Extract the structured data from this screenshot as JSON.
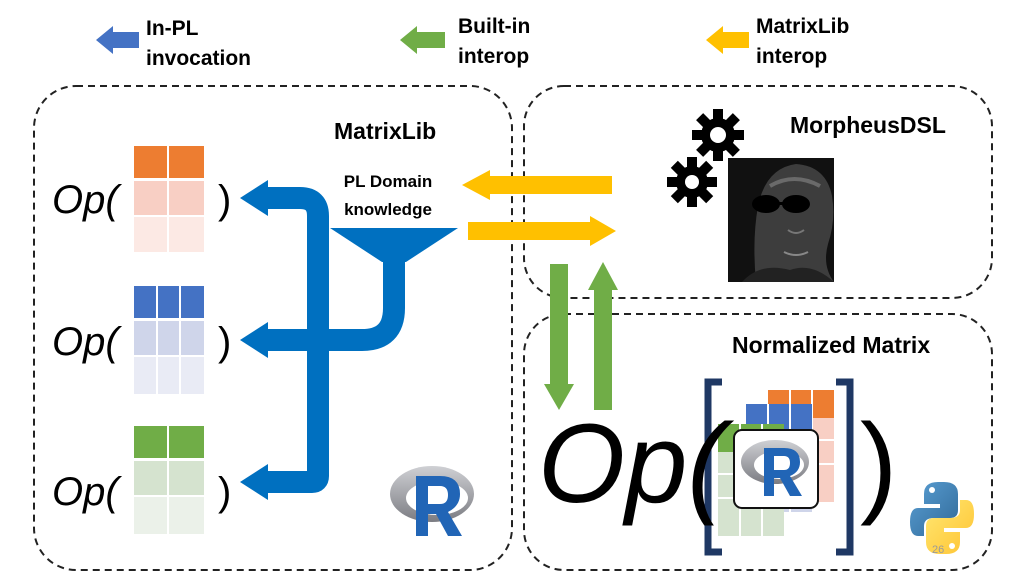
{
  "legend": {
    "in_pl": {
      "label": "In-PL\ninvocation",
      "color": "#4472C4"
    },
    "builtin": {
      "label": "Built-in\ninterop",
      "color": "#70AD47"
    },
    "matrixlib": {
      "label": "MatrixLib\ninterop",
      "color": "#FFC000"
    }
  },
  "panels": {
    "matrixlib": {
      "title": "MatrixLib",
      "funnel_label": "PL Domain\nknowledge"
    },
    "morpheus": {
      "title": "MorpheusDSL"
    },
    "normalized": {
      "title": "Normalized Matrix",
      "op": "Op(",
      "close": ")"
    }
  },
  "ops": [
    {
      "op": "Op(",
      "close": ")",
      "color": "#ED7D31"
    },
    {
      "op": "Op(",
      "close": ")",
      "color": "#4472C4"
    },
    {
      "op": "Op(",
      "close": ")",
      "color": "#70AD47"
    }
  ],
  "colors": {
    "flow_blue": "#0070C0",
    "r_blue": "#2165B6",
    "r_gray": "#8E8F95"
  },
  "page_number": "26"
}
